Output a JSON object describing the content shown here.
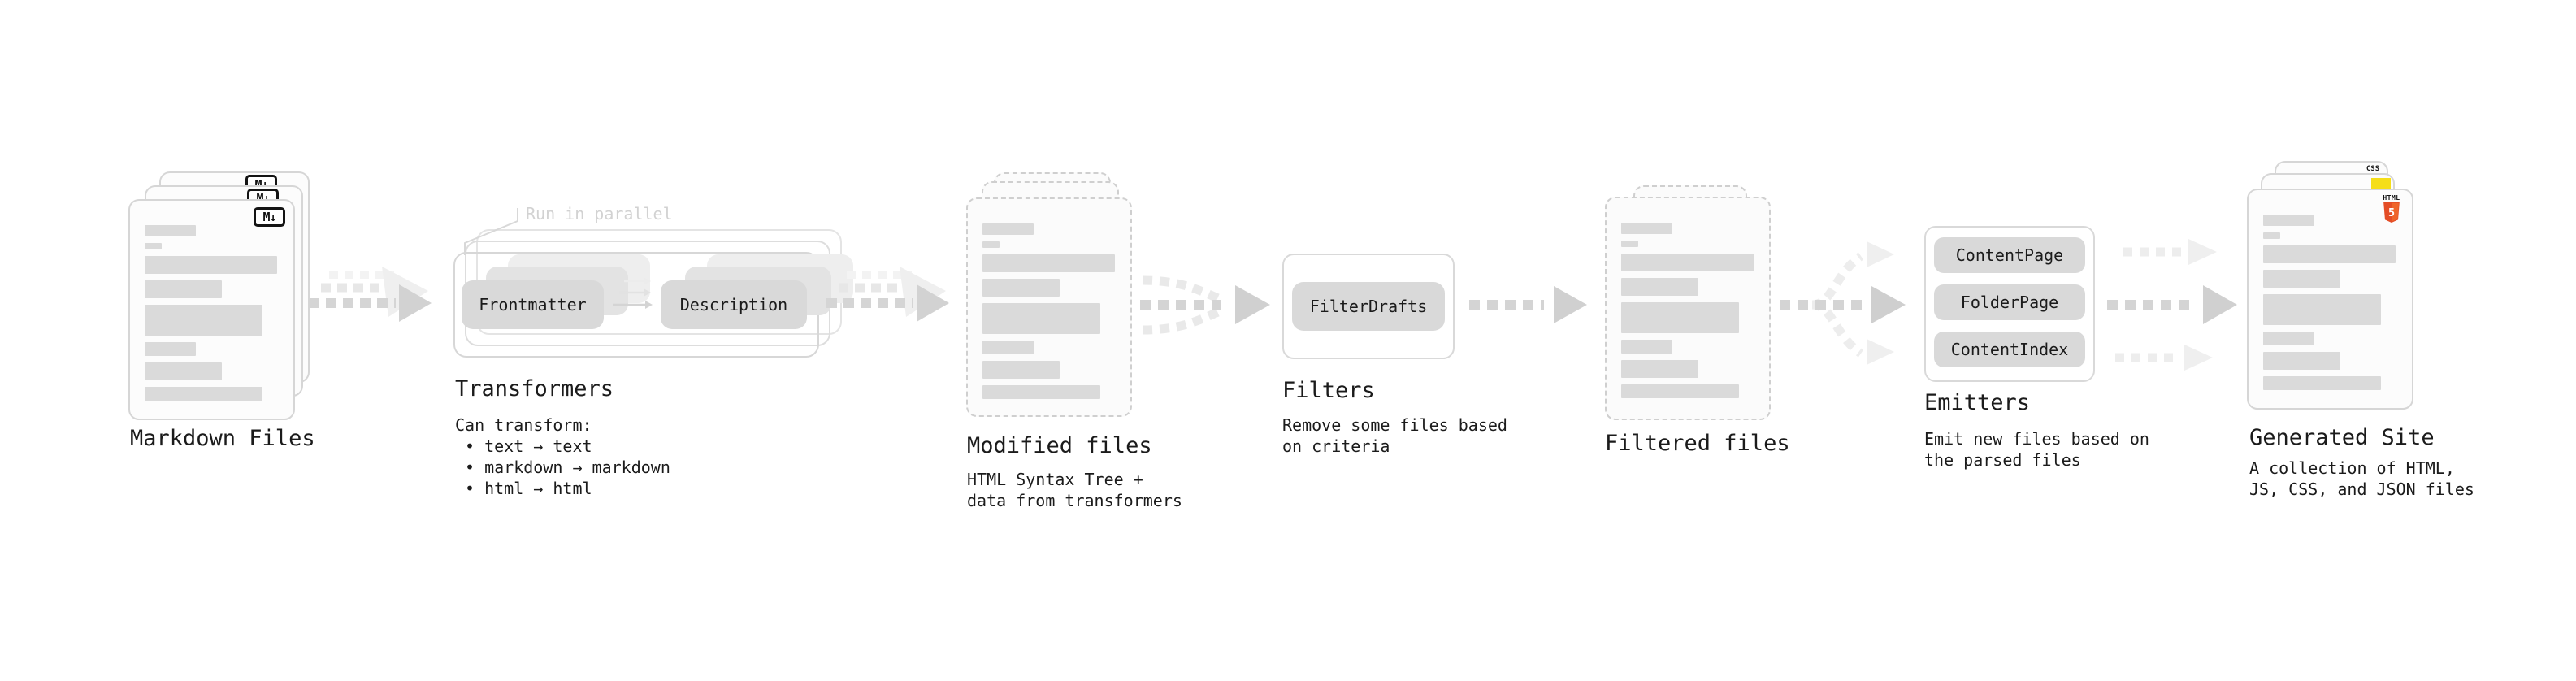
{
  "diagram": {
    "stages": {
      "markdown_files": {
        "label": "Markdown Files",
        "badge": "M↓"
      },
      "transformers": {
        "label": "Transformers",
        "annotation": "Run in parallel",
        "pills": {
          "frontmatter": "Frontmatter",
          "description": "Description"
        },
        "caption_title": "Can transform:",
        "bullets": [
          "• text → text",
          "• markdown → markdown",
          "• html → html"
        ]
      },
      "modified_files": {
        "label": "Modified files",
        "caption": "HTML Syntax Tree +\ndata from transformers"
      },
      "filters": {
        "label": "Filters",
        "pill": "FilterDrafts",
        "caption": "Remove some files based\non criteria"
      },
      "filtered_files": {
        "label": "Filtered files"
      },
      "emitters": {
        "label": "Emitters",
        "pills": [
          "ContentPage",
          "FolderPage",
          "ContentIndex"
        ],
        "caption": "Emit new files based on\nthe parsed files"
      },
      "generated_site": {
        "label": "Generated Site",
        "caption": "A collection of HTML,\nJS, CSS, and JSON files",
        "badges": {
          "css": "CSS",
          "html": "HTML",
          "html_number": "5"
        }
      }
    },
    "colors": {
      "html5_orange": "#e44d26",
      "js_yellow": "#f5de19",
      "css_blue": "#2965f1",
      "bar_gray": "#dadada",
      "text": "#1b1b1b",
      "muted_annotation": "#d2d2d2"
    }
  }
}
